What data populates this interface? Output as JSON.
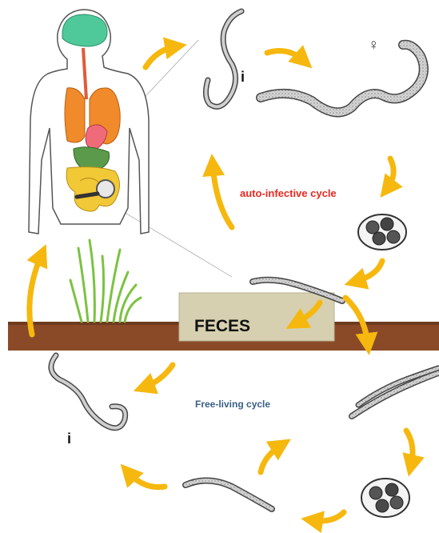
{
  "labels": {
    "auto_infective_cycle": "auto-infective cycle",
    "free_living_cycle": "Free-living cycle",
    "feces": "FECES",
    "infective_larva_marker_top": "i",
    "infective_larva_marker_bottom": "i",
    "female_symbol": "♀"
  },
  "colors": {
    "arrow": "#f6b80e",
    "auto_infective_label": "#e8281e",
    "free_living_label": "#3a5f86",
    "soil": "#8a4a28",
    "feces_box": "#d6d0b0",
    "grass": "#7cc242",
    "brain": "#4fc99a",
    "lungs": "#f08a2a",
    "intestine": "#f1c836",
    "heart": "#f06b7a",
    "worm_fill": "#cfcfcf",
    "worm_outline": "#444444"
  }
}
